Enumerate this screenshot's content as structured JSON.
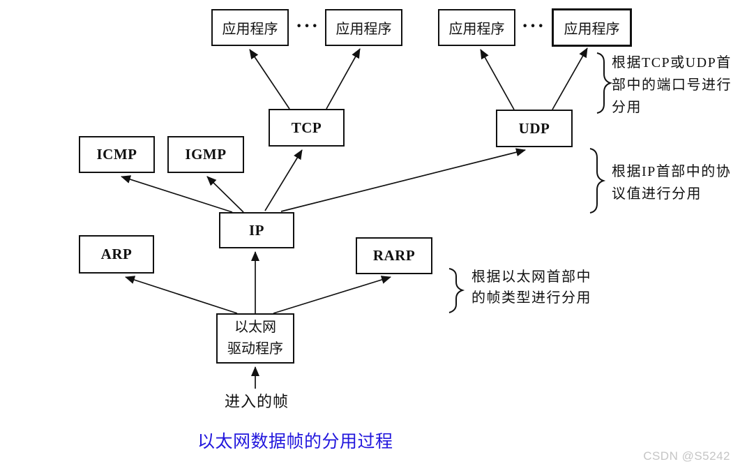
{
  "diagram": {
    "title_caption": "以太网数据帧的分用过程",
    "caption_color": "#2217dd",
    "watermark": "CSDN @S5242",
    "ellipsis": "···",
    "nodes": {
      "app": {
        "label": "应用程序"
      },
      "tcp": {
        "label": "TCP"
      },
      "udp": {
        "label": "UDP"
      },
      "icmp": {
        "label": "ICMP"
      },
      "igmp": {
        "label": "IGMP"
      },
      "ip": {
        "label": "IP"
      },
      "arp": {
        "label": "ARP"
      },
      "rarp": {
        "label": "RARP"
      },
      "eth": {
        "line1": "以太网",
        "line2": "驱动程序"
      }
    },
    "incoming_frame": {
      "label": "进入的帧"
    },
    "annotations": [
      {
        "lines": [
          "根据TCP或UDP首",
          "部中的端口号进行",
          "分用"
        ]
      },
      {
        "lines": [
          "根据IP首部中的协",
          "议值进行分用"
        ]
      },
      {
        "lines": [
          "根据以太网首部中",
          "的帧类型进行分用"
        ]
      }
    ]
  }
}
